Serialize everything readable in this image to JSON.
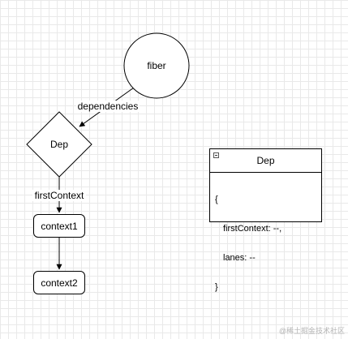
{
  "nodes": {
    "fiber": "fiber",
    "dep": "Dep",
    "context1": "context1",
    "context2": "context2"
  },
  "edges": {
    "fiber_to_dep": "dependencies",
    "dep_to_context1": "firstContext"
  },
  "dep_box": {
    "title": "Dep",
    "open_brace": "{",
    "line1": "firstContext: --,",
    "line2": "lanes: --",
    "close_brace": "}"
  },
  "watermark": "@稀土掘金技术社区"
}
